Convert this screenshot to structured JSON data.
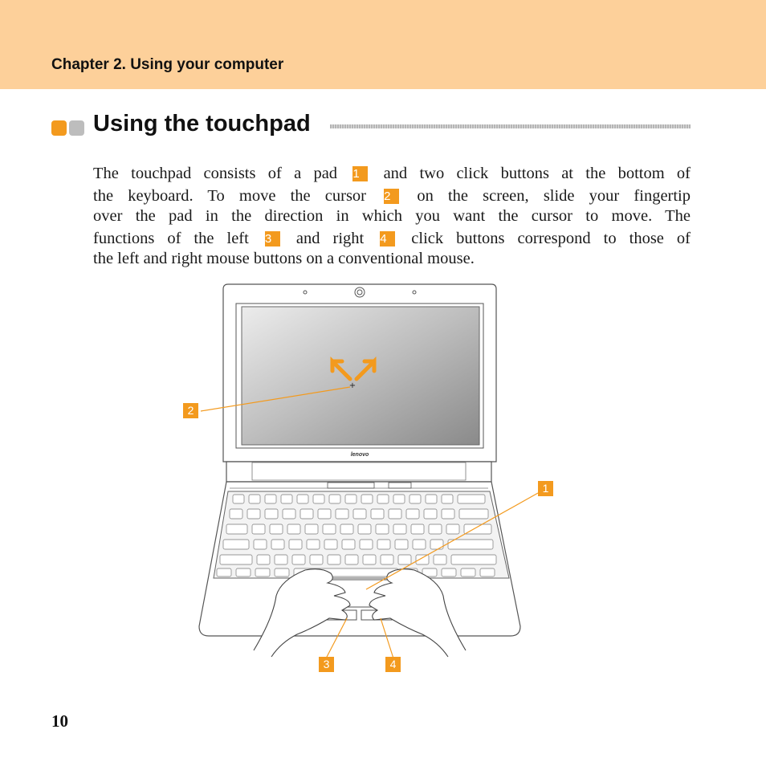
{
  "header": {
    "chapter": "Chapter 2. Using your computer"
  },
  "section": {
    "title": "Using the touchpad"
  },
  "body": {
    "line1_a": "The touchpad consists of a pad",
    "line1_b": "and two click buttons at the bottom of",
    "line2_a": "the keyboard. To move the cursor",
    "line2_b": "on the screen, slide your fingertip",
    "line3": "over the pad in the direction in which you want the cursor to move. The",
    "line4_a": "functions of the left",
    "line4_b": "and right",
    "line4_c": "click buttons correspond to those of",
    "line5": "the left and right mouse buttons on a conventional mouse."
  },
  "callouts": {
    "c1": "1",
    "c2": "2",
    "c3": "3",
    "c4": "4"
  },
  "figure": {
    "brand": "lenovo"
  },
  "footer": {
    "page_number": "10"
  },
  "colors": {
    "header_band": "#fdd09a",
    "accent": "#f39a1e",
    "bullet_grey": "#bdbdbd"
  }
}
